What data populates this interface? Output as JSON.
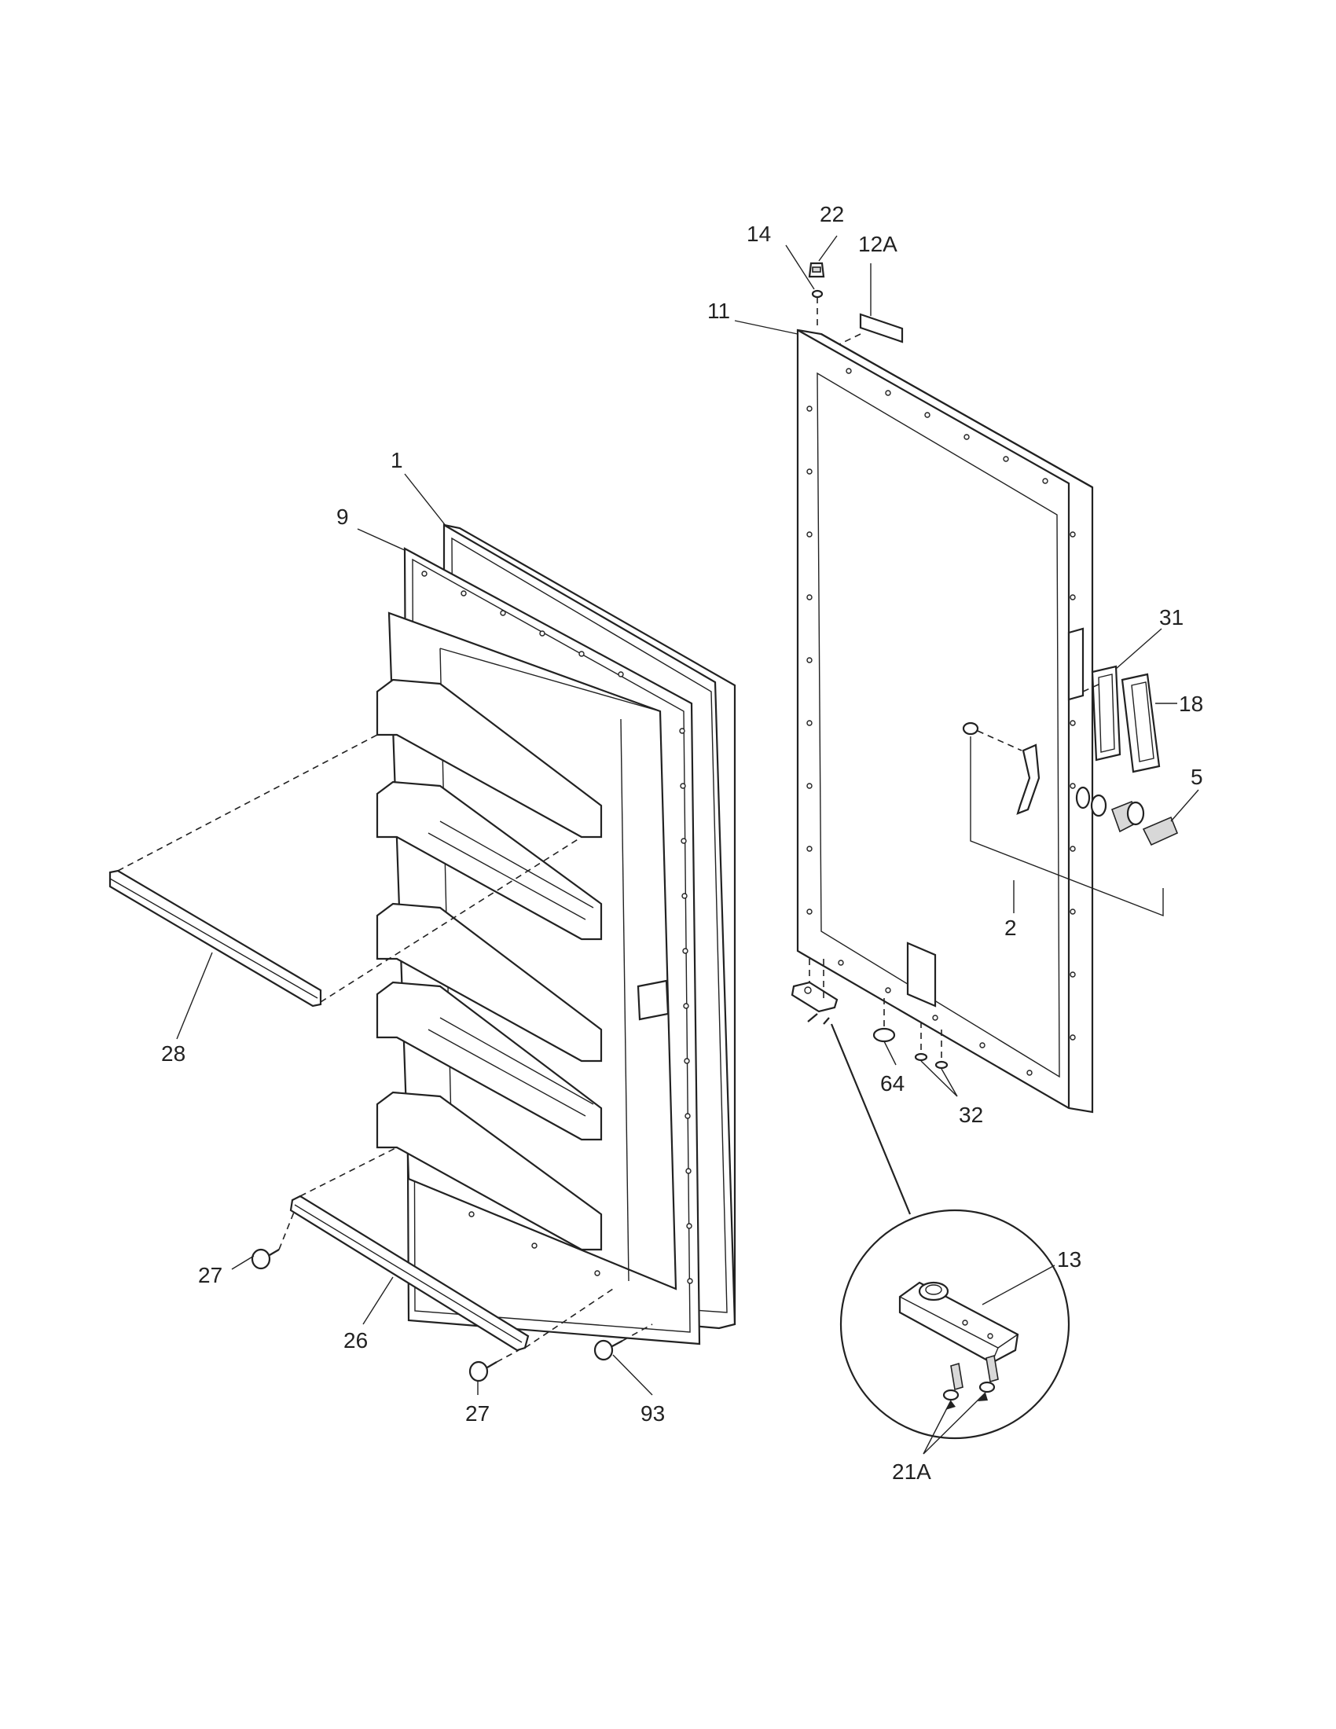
{
  "labels": {
    "p1": "1",
    "p9": "9",
    "p11": "11",
    "p12a": "12A",
    "p14": "14",
    "p22": "22",
    "p31": "31",
    "p18": "18",
    "p5": "5",
    "p2": "2",
    "p28": "28",
    "p64": "64",
    "p32": "32",
    "p13": "13",
    "p21a": "21A",
    "p27a": "27",
    "p26": "26",
    "p27b": "27",
    "p93": "93"
  }
}
